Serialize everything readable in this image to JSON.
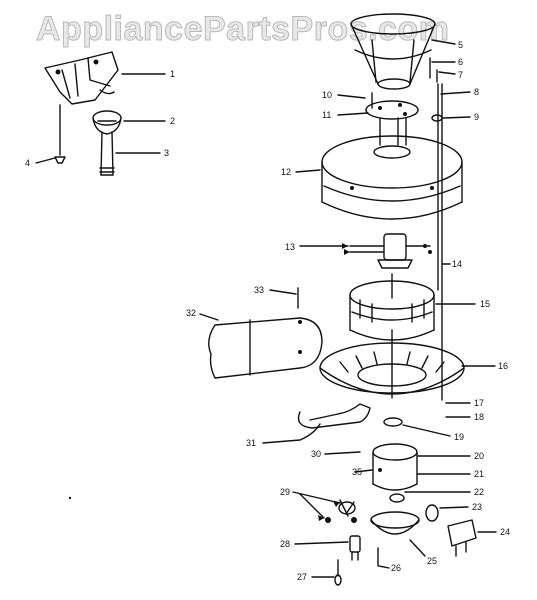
{
  "watermark": "AppliancePartsPros.com",
  "callouts": [
    "1",
    "2",
    "3",
    "4",
    "5",
    "6",
    "7",
    "8",
    "9",
    "10",
    "11",
    "12",
    "13",
    "14",
    "15",
    "16",
    "17",
    "18",
    "19",
    "20",
    "21",
    "22",
    "23",
    "24",
    "25",
    "26",
    "27",
    "28",
    "29",
    "30",
    "31",
    "32",
    "33",
    "35"
  ]
}
